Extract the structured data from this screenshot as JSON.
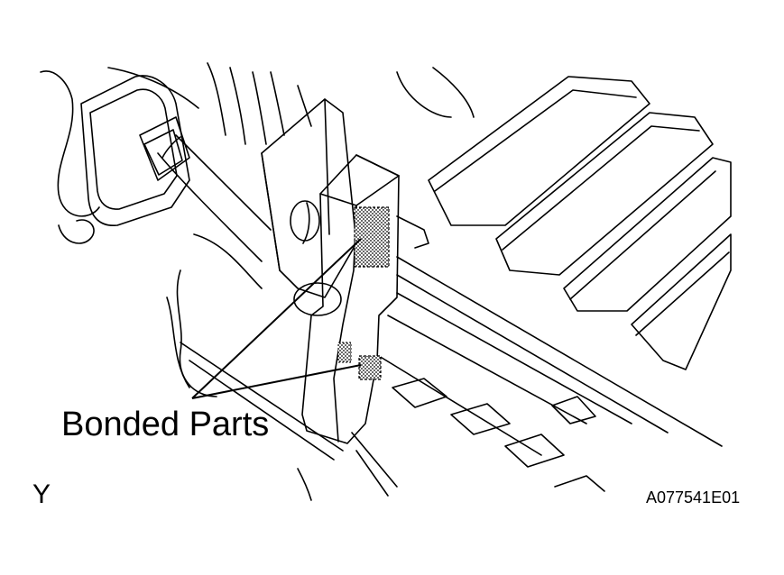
{
  "callout": {
    "label": "Bonded Parts"
  },
  "view_letter": "Y",
  "figure_code": "A077541E01",
  "colors": {
    "ink": "#000000",
    "paper": "#ffffff"
  }
}
